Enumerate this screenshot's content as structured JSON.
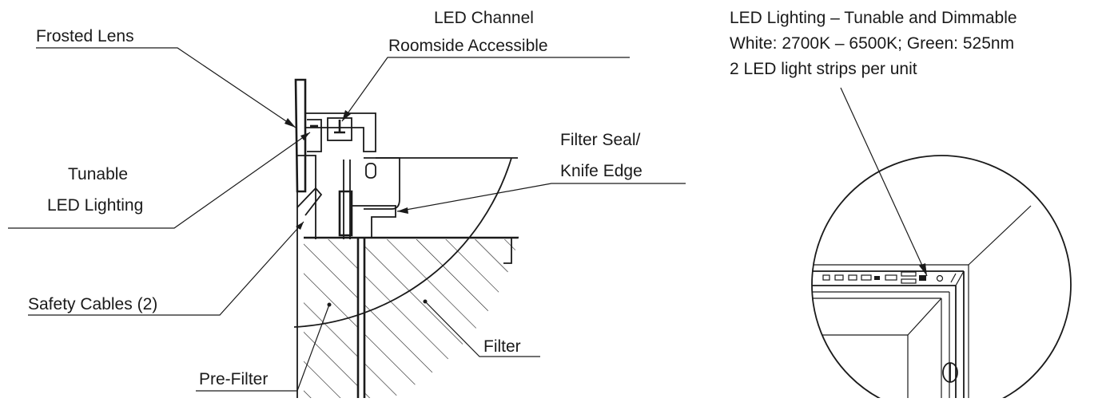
{
  "callouts": {
    "frosted_lens": "Frosted Lens",
    "led_channel_line1": "LED Channel",
    "led_channel_line2": "Roomside Accessible",
    "tunable_line1": "Tunable",
    "tunable_line2": "LED Lighting",
    "filter_seal_line1": "Filter Seal/",
    "filter_seal_line2": "Knife Edge",
    "safety_cables": "Safety Cables (2)",
    "filter": "Filter",
    "pre_filter": "Pre-Filter"
  },
  "detail_view": {
    "line1": "LED Lighting – Tunable and Dimmable",
    "line2": "White: 2700K – 6500K; Green: 525nm",
    "line3": "2 LED light strips per unit"
  }
}
